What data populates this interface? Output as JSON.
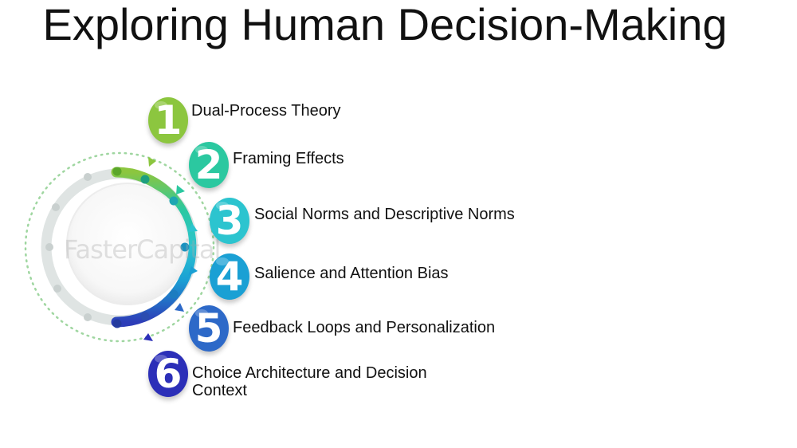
{
  "title": "Exploring Human Decision-Making",
  "watermark": "FasterCapital",
  "colors": {
    "step1": "#8cc63f",
    "step2": "#2bc8a0",
    "step3": "#2cc4cf",
    "step4": "#1aa0d4",
    "step5": "#2d69c8",
    "step6": "#2c2fb8",
    "ring_gray": "#dfe4e3"
  },
  "steps": [
    {
      "number": "1",
      "label": "Dual-Process Theory"
    },
    {
      "number": "2",
      "label": "Framing Effects"
    },
    {
      "number": "3",
      "label": "Social Norms and Descriptive Norms"
    },
    {
      "number": "4",
      "label": "Salience and Attention Bias"
    },
    {
      "number": "5",
      "label": "Feedback Loops and Personalization"
    },
    {
      "number": "6",
      "label": "Choice Architecture and Decision Context"
    }
  ]
}
